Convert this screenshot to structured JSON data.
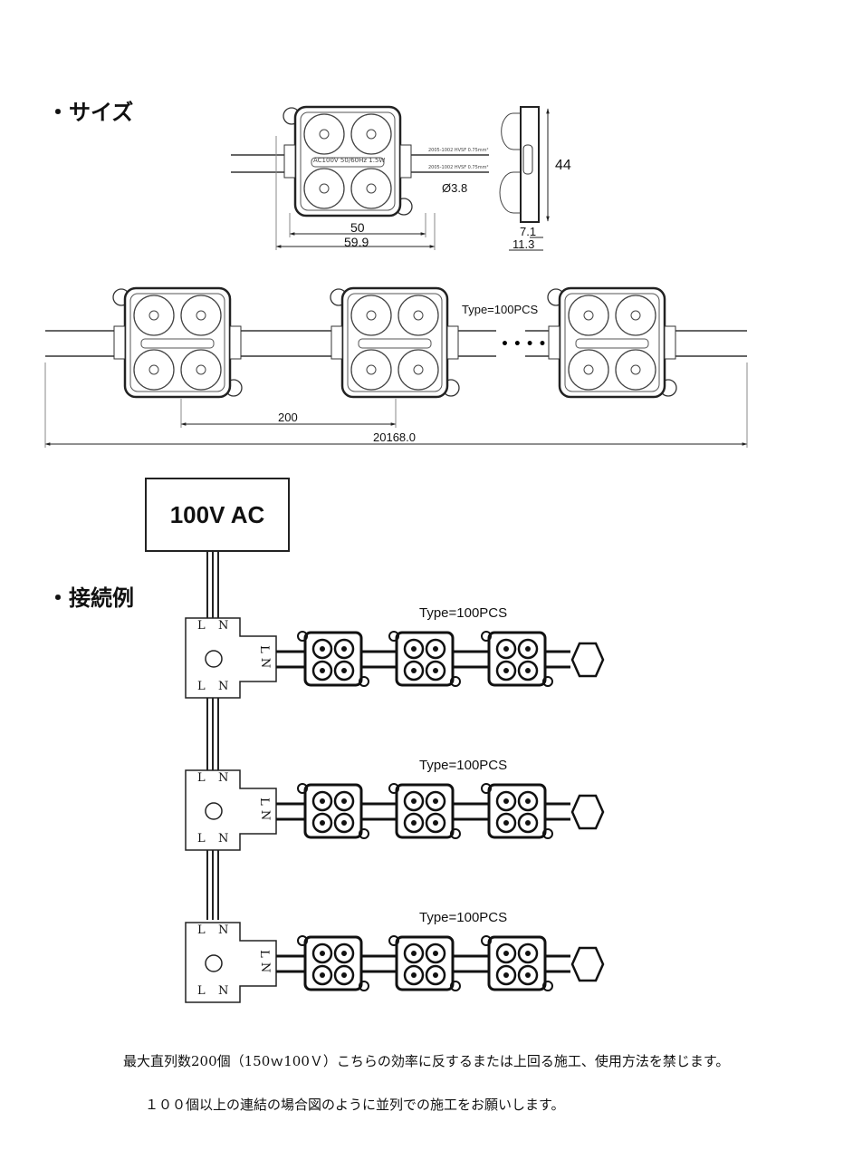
{
  "size_section": {
    "heading": "・サイズ",
    "dimensions": {
      "width_body": "50",
      "width_total": "59.9",
      "height": "44",
      "hole_diameter": "Ø3.8",
      "depth_body": "7.1",
      "depth_total": "11.3"
    },
    "module_label": "AC100V 50/60Hz 1.5W",
    "wire_label": "2005-1002 HVSF 0.75mm²"
  },
  "chain_section": {
    "type_label": "Type=100PCS",
    "pitch": "200",
    "total_length": "20168.0"
  },
  "power_source": {
    "label": "100V  AC"
  },
  "connection_section": {
    "heading": "・接続例",
    "rows": [
      {
        "type_label": "Type=100PCS"
      },
      {
        "type_label": "Type=100PCS"
      },
      {
        "type_label": "Type=100PCS"
      }
    ],
    "connector_labels": {
      "l": "L",
      "n": "N"
    }
  },
  "notes": [
    "最大直列数200個（150ｗ100Ｖ）こちらの効率に反するまたは上回る施工、使用方法を禁じます。",
    "１００個以上の連結の場合図のように並列での施工をお願いします。"
  ]
}
